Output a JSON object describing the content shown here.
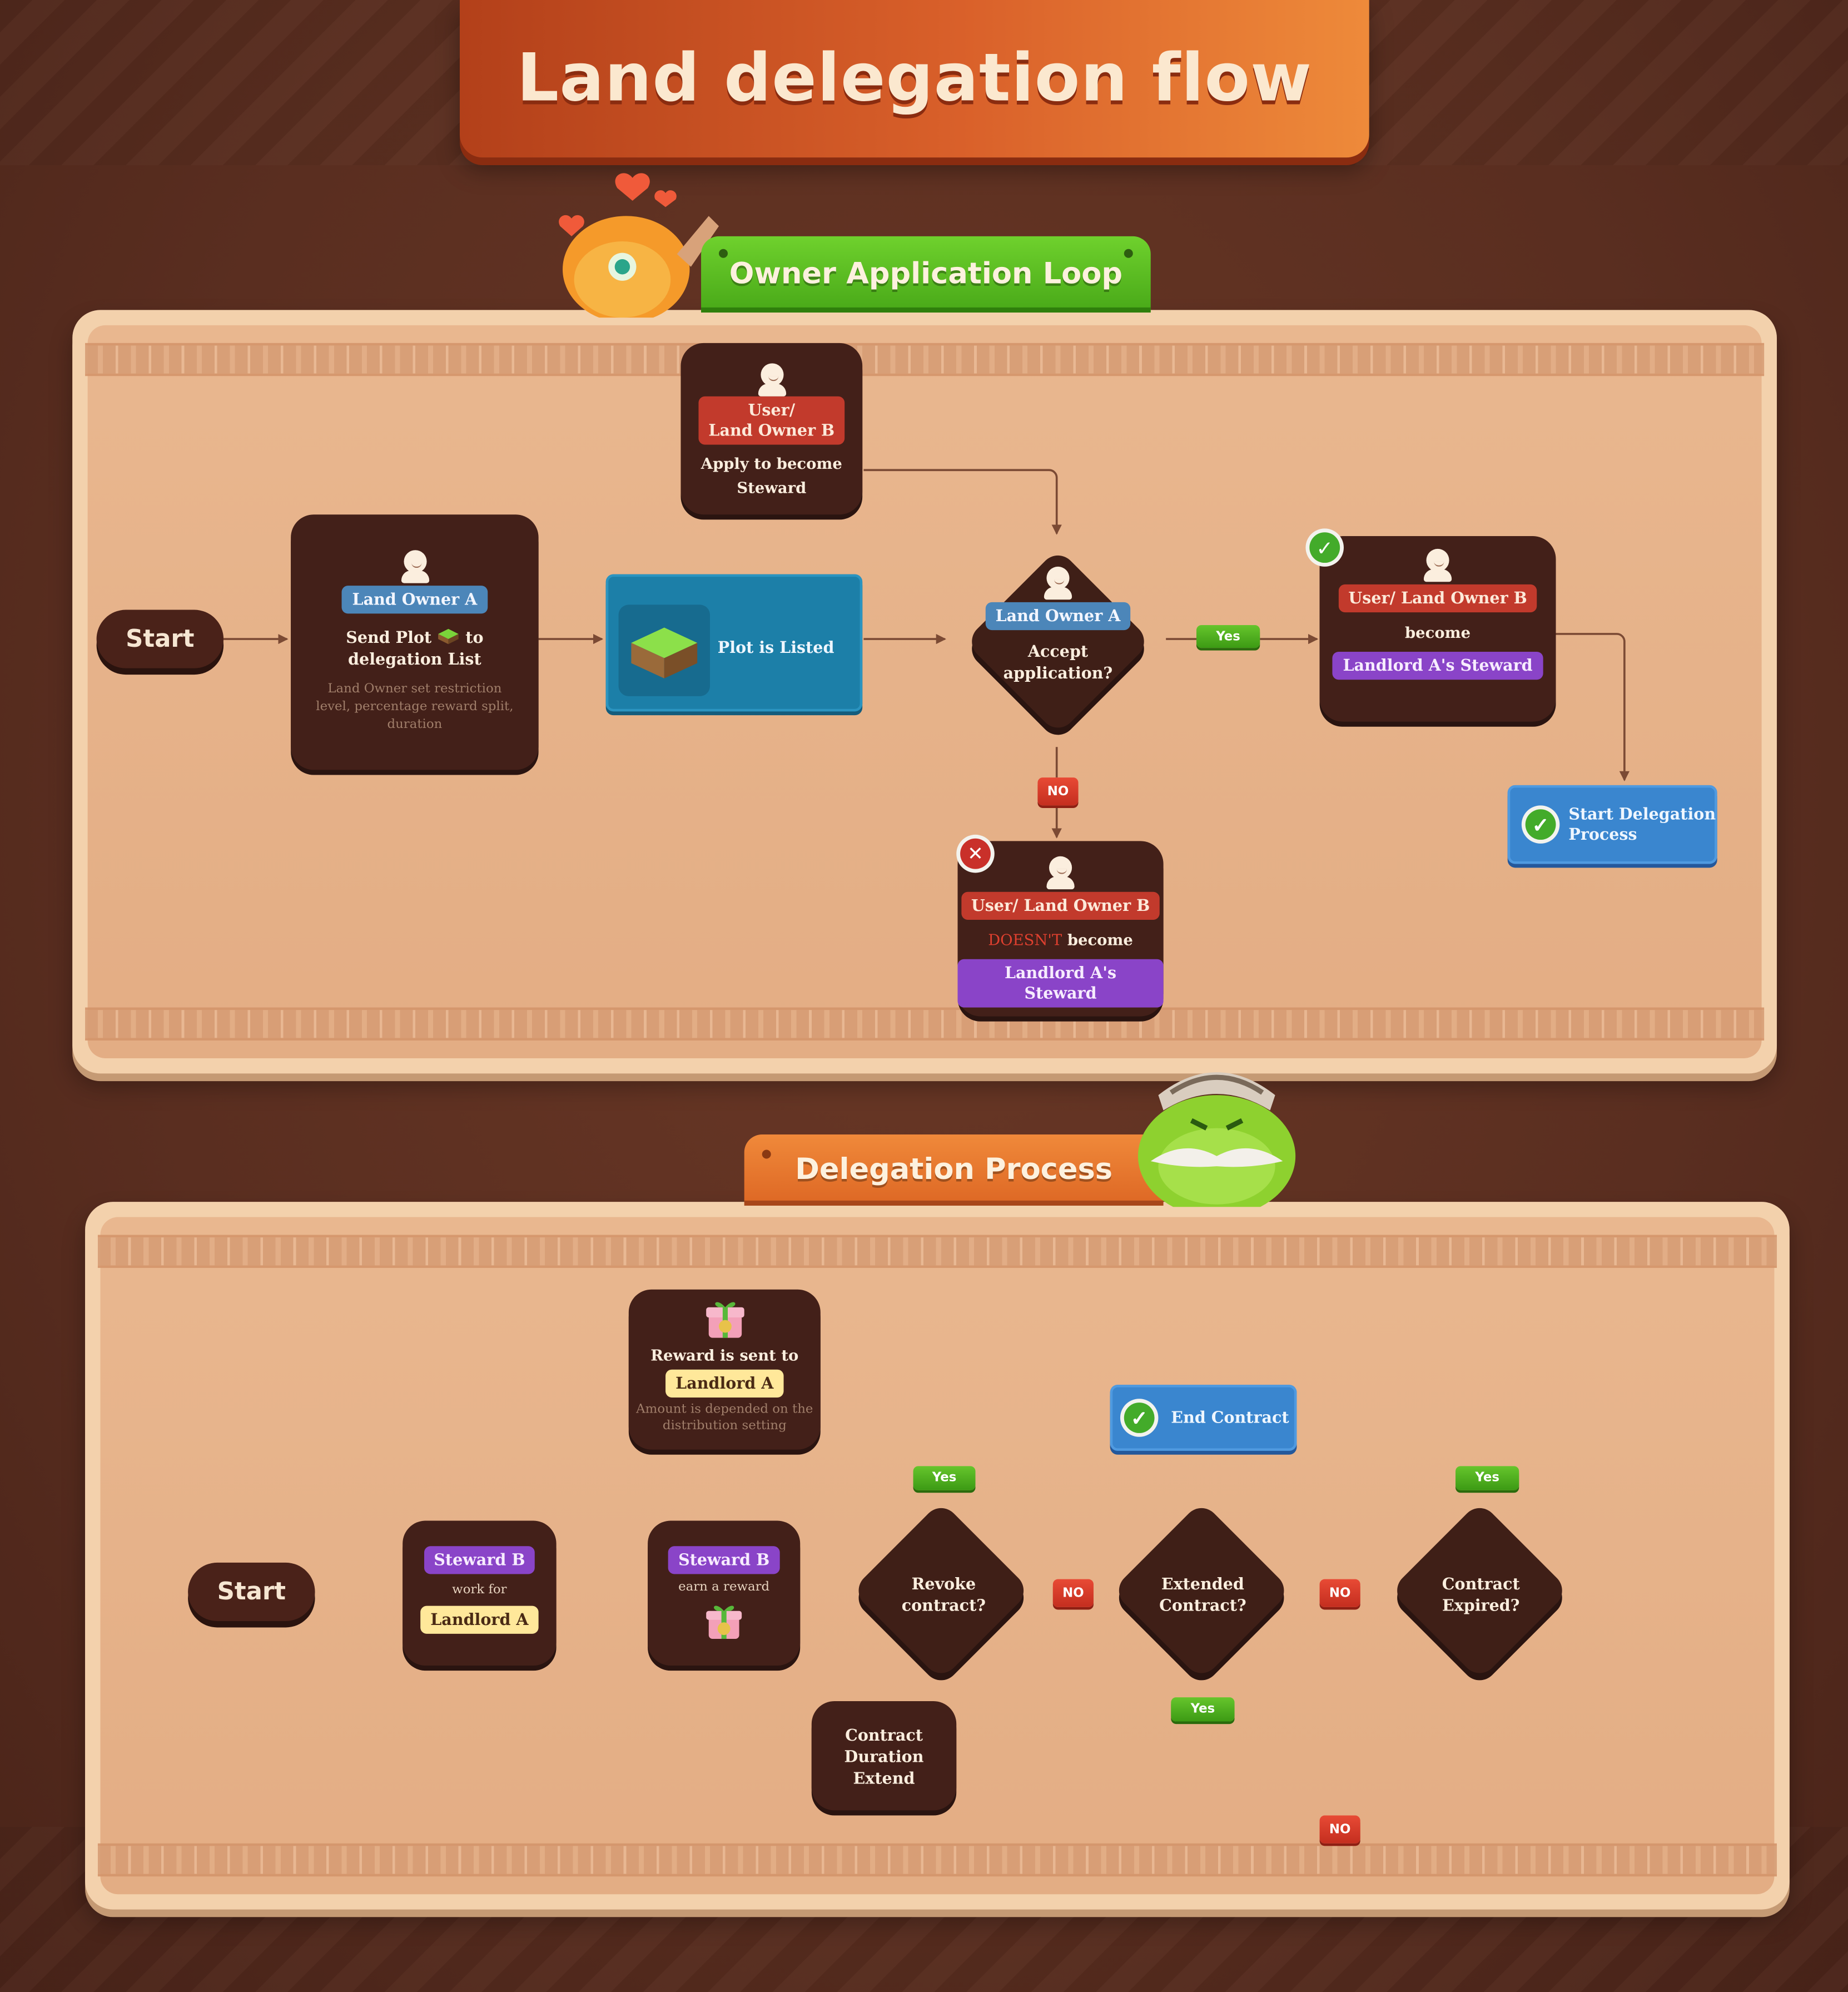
{
  "title": "Land delegation flow",
  "section1": {
    "ribbon": "Owner Application Loop",
    "start": "Start",
    "apply": {
      "role_line1": "User/",
      "role_line2": "Land Owner B",
      "text_line1": "Apply to become",
      "text_line2": "Steward"
    },
    "send": {
      "role": "Land Owner A",
      "text_a": "Send Plot",
      "text_b": "to",
      "text_c": "delegation List",
      "note_line1": "Land Owner set restriction",
      "note_line2": "level, percentage reward split,",
      "note_line3": "duration"
    },
    "listed": "Plot is Listed",
    "accept": {
      "role": "Land Owner A",
      "text_line1": "Accept",
      "text_line2": "application?"
    },
    "yes_label": "Yes",
    "no_label": "NO",
    "become": {
      "role": "User/ Land Owner B",
      "text": "become",
      "result": "Landlord A's Steward"
    },
    "reject": {
      "role": "User/ Land Owner B",
      "neg": "DOESN'T",
      "text": "become",
      "result": "Landlord A's Steward"
    },
    "start_delegation": {
      "line1": "Start Delegation",
      "line2": "Process"
    }
  },
  "section2": {
    "ribbon": "Delegation Process",
    "start": "Start",
    "work": {
      "role": "Steward B",
      "text": "work for",
      "target": "Landlord A"
    },
    "earn": {
      "role": "Steward B",
      "text": "earn a reward"
    },
    "reward": {
      "title": "Reward is sent to",
      "target": "Landlord A",
      "note_line1": "Amount is depended on the",
      "note_line2": "distribution setting"
    },
    "revoke": {
      "line1": "Revoke",
      "line2": "contract?"
    },
    "extended": {
      "line1": "Extended",
      "line2": "Contract?"
    },
    "expired": {
      "line1": "Contract",
      "line2": "Expired?"
    },
    "end_contract": "End Contract",
    "extend": {
      "line1": "Contract",
      "line2": "Duration Extend"
    },
    "yes_label": "Yes",
    "no_label": "NO"
  },
  "colors": {
    "background": "#5c3022",
    "panel": "#e7b48a",
    "node": "#432019",
    "accent_green": "#48a818",
    "accent_orange": "#dd6724",
    "steward_purple": "#8a44c8",
    "landowner_blue": "#4c86b9",
    "user_red": "#c23a2c",
    "landlord_yellow": "#ffe89a",
    "card_blue": "#3a86cf"
  },
  "icons": [
    "person-icon",
    "land-plot-icon",
    "gift-icon",
    "check-icon",
    "cross-icon",
    "heart-icon"
  ]
}
